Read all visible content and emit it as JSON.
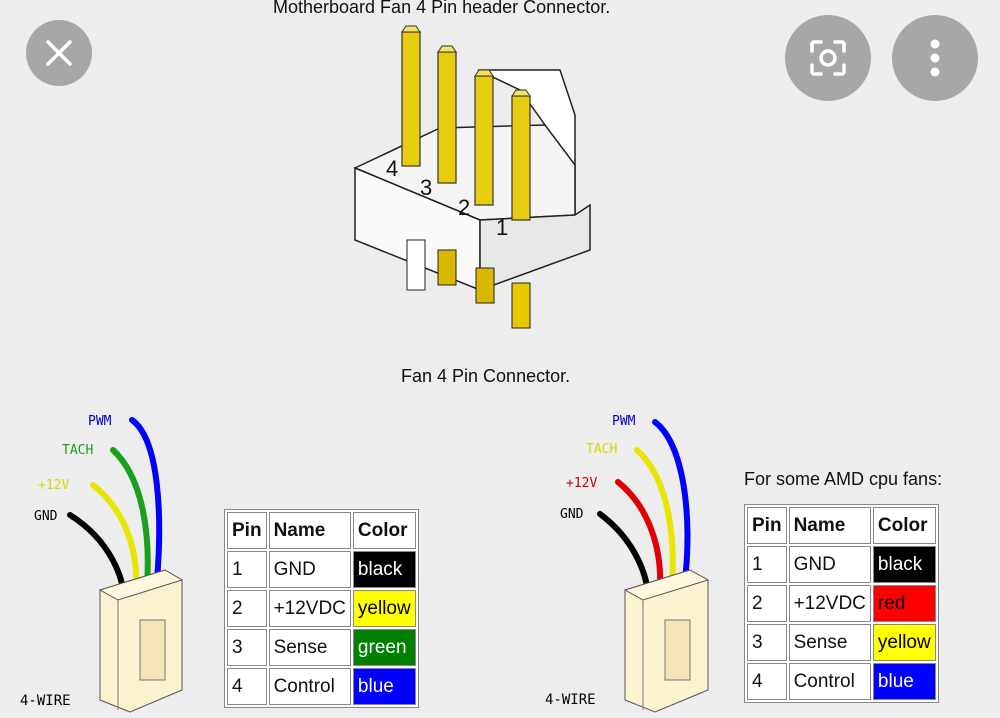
{
  "title_top": "Motherboard Fan 4 Pin header Connector.",
  "title_mid": "Fan 4 Pin Connector.",
  "amd_title": "For some AMD cpu fans:",
  "icons": {
    "close": "close-icon",
    "lens": "lens-icon",
    "more": "more-vertical-icon"
  },
  "header_pin_numbers": [
    "4",
    "3",
    "2",
    "1"
  ],
  "diagram_left": {
    "wires": [
      "PWM",
      "TACH",
      "+12V",
      "GND"
    ],
    "footer": "4-WIRE",
    "colors": {
      "PWM": "#0000ff",
      "TACH": "#1aa01a",
      "+12V": "#e6e600",
      "GND": "#000000"
    }
  },
  "diagram_right": {
    "wires": [
      "PWM",
      "TACH",
      "+12V",
      "GND"
    ],
    "footer": "4-WIRE",
    "colors": {
      "PWM": "#0000ff",
      "TACH": "#e6e600",
      "+12V": "#e00000",
      "GND": "#000000"
    }
  },
  "table_left": {
    "headers": [
      "Pin",
      "Name",
      "Color"
    ],
    "rows": [
      {
        "pin": "1",
        "name": "GND",
        "color": "black"
      },
      {
        "pin": "2",
        "name": "+12VDC",
        "color": "yellow"
      },
      {
        "pin": "3",
        "name": "Sense",
        "color": "green"
      },
      {
        "pin": "4",
        "name": "Control",
        "color": "blue"
      }
    ]
  },
  "table_amd": {
    "headers": [
      "Pin",
      "Name",
      "Color"
    ],
    "rows": [
      {
        "pin": "1",
        "name": "GND",
        "color": "black"
      },
      {
        "pin": "2",
        "name": "+12VDC",
        "color": "red"
      },
      {
        "pin": "3",
        "name": "Sense",
        "color": "yellow"
      },
      {
        "pin": "4",
        "name": "Control",
        "color": "blue"
      }
    ]
  }
}
